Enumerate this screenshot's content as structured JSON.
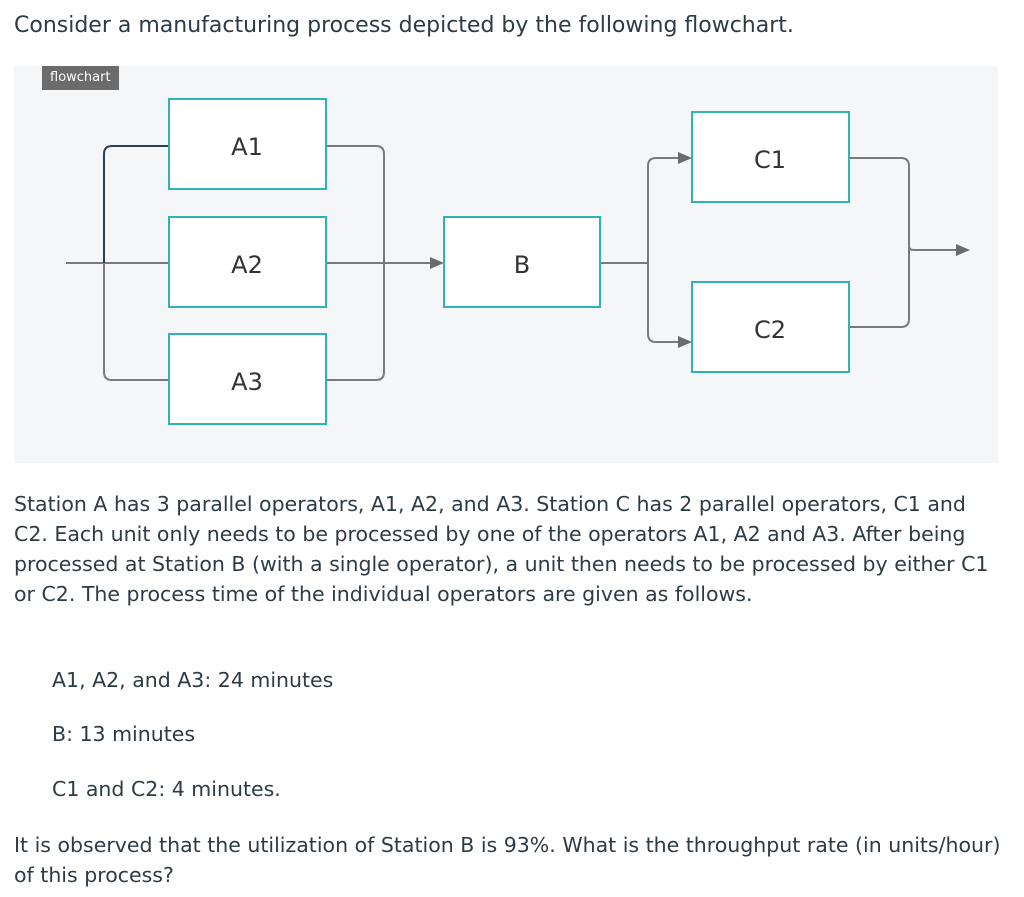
{
  "intro": "Consider a manufacturing process depicted by the following flowchart.",
  "figure": {
    "tag": "flowchart",
    "stations": {
      "a1": "A1",
      "a2": "A2",
      "a3": "A3",
      "b": "B",
      "c1": "C1",
      "c2": "C2"
    }
  },
  "description": "Station A has 3 parallel operators, A1, A2, and A3. Station C has 2 parallel operators, C1 and C2. Each unit only needs to be processed by one of the operators A1, A2 and A3. After being processed at Station B (with a single operator), a unit then needs to be processed by either C1 or C2. The process time of the individual operators are given as follows.",
  "times": [
    "A1, A2, and A3: 24 minutes",
    "B: 13 minutes",
    "C1 and C2: 4 minutes."
  ],
  "question": "It is observed that the utilization of Station B is 93%. What is the throughput rate (in units/hour) of this process?"
}
